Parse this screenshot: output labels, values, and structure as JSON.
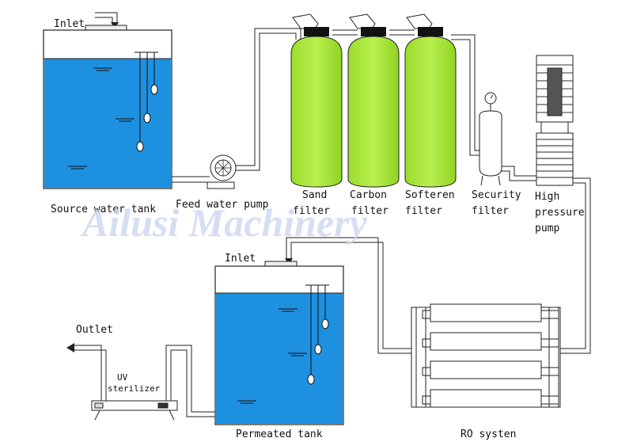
{
  "watermark": "Ailusi Machinery",
  "labels": {
    "source_inlet": "Inlet",
    "source_tank": "Source water tank",
    "feed_pump": "Feed water pump",
    "sand_1": "Sand",
    "sand_2": "filter",
    "carbon_1": "Carbon",
    "carbon_2": "filter",
    "softener_1": "Softeren",
    "softener_2": "filter",
    "security_1": "Security",
    "security_2": "filter",
    "hp_1": "High",
    "hp_2": "pressure",
    "hp_3": "pump",
    "permeated_inlet": "Inlet",
    "permeated_tank": "Permeated tank",
    "outlet": "Outlet",
    "uv_1": "UV",
    "uv_2": "sterilizer",
    "ro_system": "RO systen"
  },
  "colors": {
    "water": "#1e90e0",
    "filter": "#a5e635",
    "filter_cap": "#111111",
    "outline": "#222222",
    "pipe_fill": "#f4f4f4",
    "watermark": "#c9d4f0"
  },
  "icons": {
    "pump": "fan-impeller-icon",
    "gauge": "pressure-gauge-icon",
    "motor": "motor-icon"
  }
}
